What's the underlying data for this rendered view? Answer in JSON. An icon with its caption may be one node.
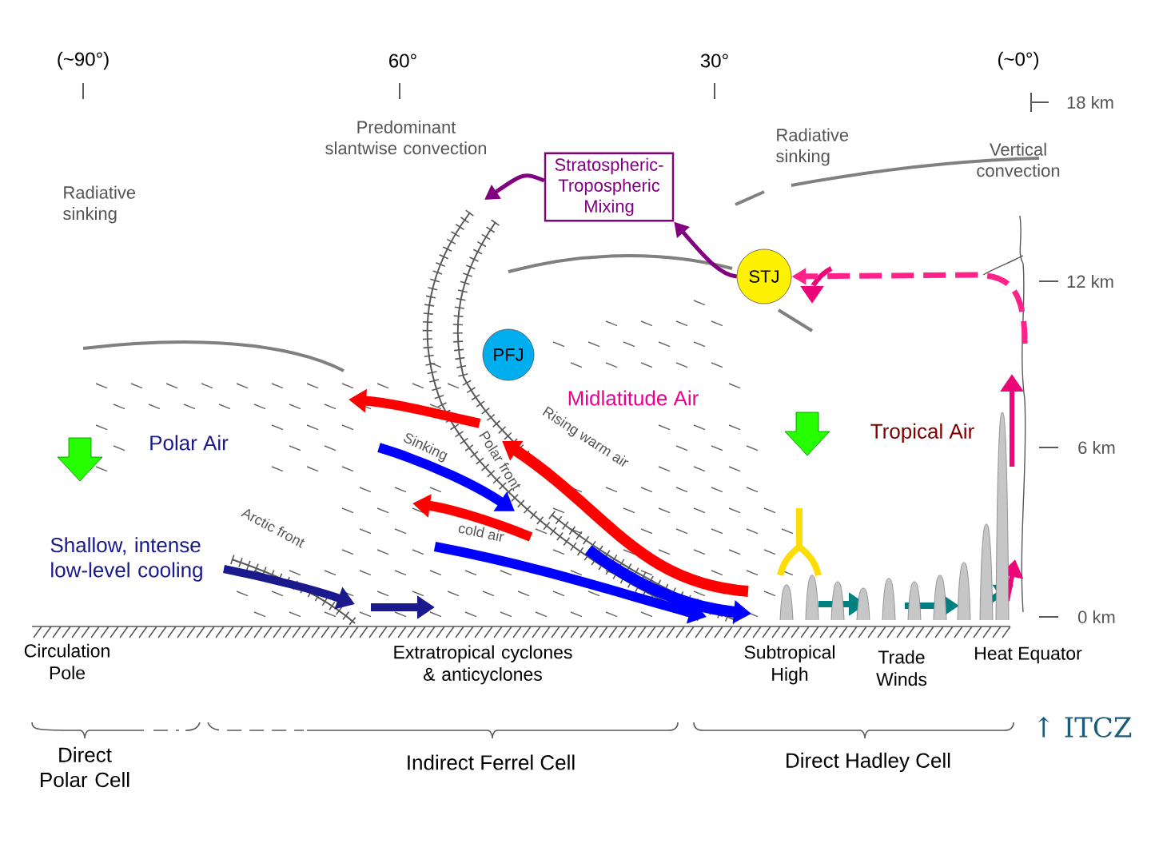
{
  "diagram": {
    "nodes": [
      {
        "text": [
          "Stratospheric-Tropospheric Mixing"
        ]
      },
      {
        "text": [
          "STJ"
        ]
      },
      {
        "text": [
          "PFJ"
        ]
      }
    ],
    "edges": [
      {
        "from": 1,
        "to": 0,
        "arrow": "to",
        "color": "#800080"
      },
      {
        "from": 0,
        "to": null,
        "arrow": "to",
        "color": "#800080"
      },
      {
        "from": null,
        "to": 1,
        "arrow": "to",
        "style": "dashed",
        "color": "#ff2288"
      }
    ],
    "labels": [
      "(~90°)",
      "60°",
      "30°",
      "(~0°)",
      "18 km",
      "12 km",
      "6 km",
      "0 km",
      "Radiative sinking",
      "Predominant slantwise convection",
      "Radiative sinking",
      "Vertical convection",
      "Polar Air",
      "Midlatitude Air",
      "Tropical Air",
      "Shallow, intense low-level cooling",
      "Sinking",
      "Polar front",
      "Rising warm air",
      "Arctic front",
      "cold air",
      "Circulation Pole",
      "Extratropical cyclones & anticyclones",
      "Subtropical High",
      "Trade Winds",
      "Heat Equator",
      "Direct Polar Cell",
      "Indirect Ferrel Cell",
      "Direct Hadley Cell",
      "↑ ITCZ"
    ]
  }
}
